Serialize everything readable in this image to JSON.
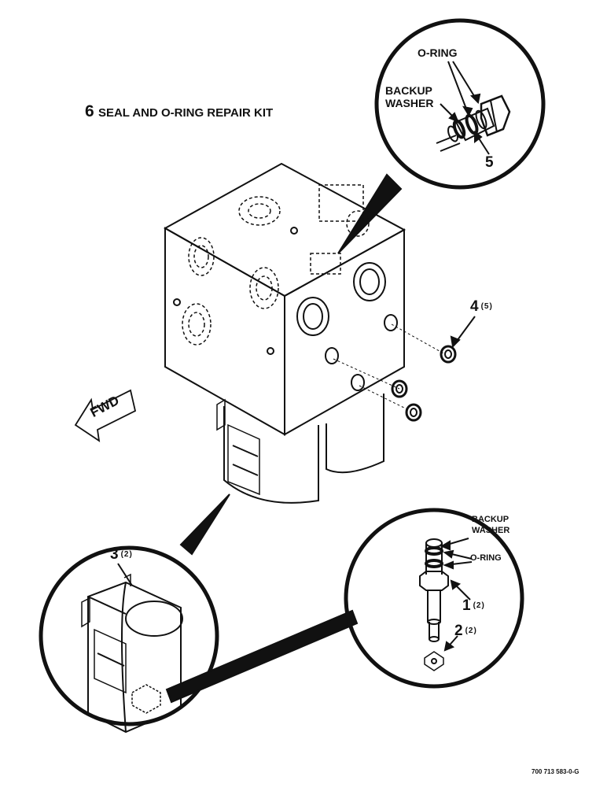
{
  "kit_title": {
    "number": "6",
    "text": "SEAL AND O-RING REPAIR KIT"
  },
  "top_detail": {
    "oring_label": "O-RING",
    "backup_label_line1": "BACKUP",
    "backup_label_line2": "WASHER",
    "callout": "5"
  },
  "plugs_callout": {
    "number": "4",
    "qty": "(5)"
  },
  "fwd_arrow": {
    "label": "FWD"
  },
  "coil_detail": {
    "number": "3",
    "qty": "(2)"
  },
  "valve_detail": {
    "backup_label_line1": "BACKUP",
    "backup_label_line2": "WASHER",
    "oring_label": "O-RING",
    "item1_number": "1",
    "item1_qty": "(2)",
    "item2_number": "2",
    "item2_qty": "(2)"
  },
  "drawing_number": "700 713 583-0-G"
}
